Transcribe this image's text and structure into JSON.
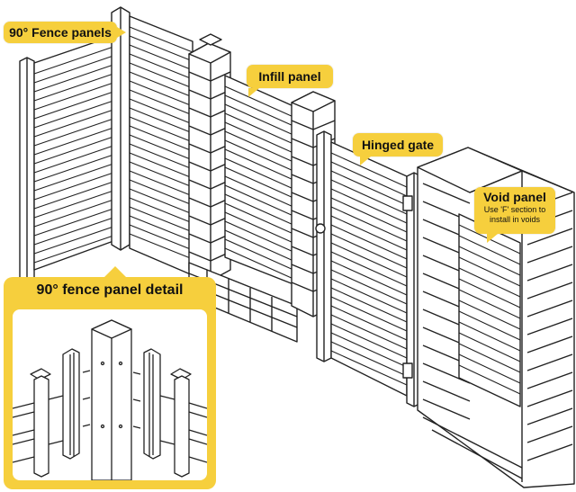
{
  "labels": {
    "fence_panels": "90° Fence panels",
    "infill_panel": "Infill panel",
    "hinged_gate": "Hinged gate",
    "void_panel_title": "Void panel",
    "void_panel_note": "Use 'F' section to install in voids",
    "detail_title": "90° fence panel detail"
  },
  "colors": {
    "callout": "#f6cf3d",
    "line": "#222222",
    "fill": "#ffffff"
  }
}
